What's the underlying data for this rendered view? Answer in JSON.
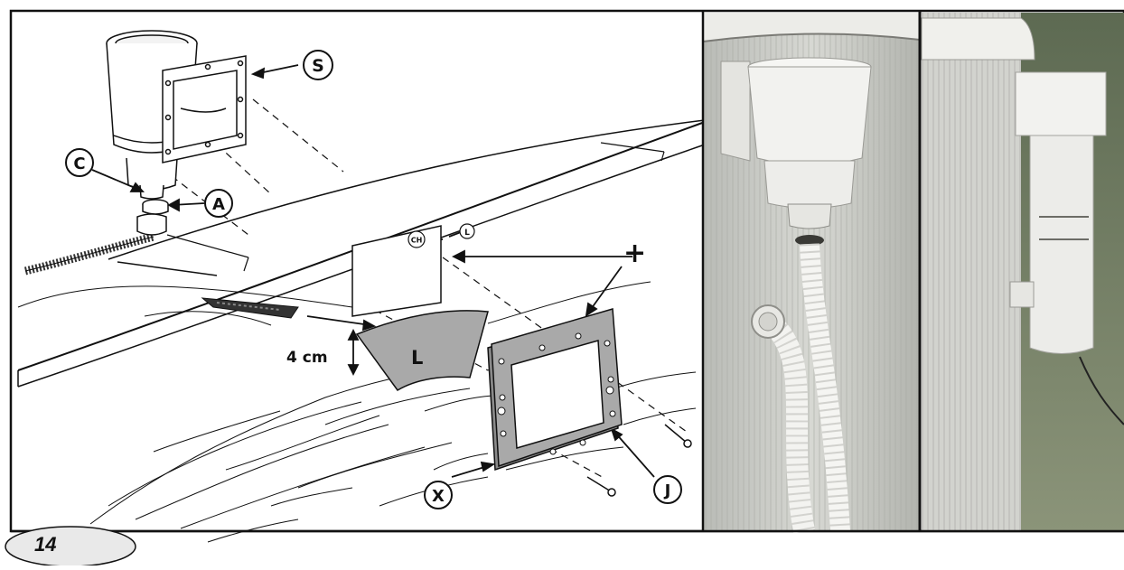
{
  "diagram": {
    "labels": {
      "skimmer": "S",
      "collar": "C",
      "adapter": "A",
      "liner": "L",
      "gasket": "X",
      "faceplate": "J",
      "cut_hole": "CH",
      "liner_small": "L",
      "plus": "+",
      "measure": "4 cm"
    },
    "page_number": "14"
  },
  "colors": {
    "line": "#111111",
    "liner_fill": "#a9a9a9",
    "photo_wall": "#c9c9c4",
    "photo_grass": "#6f7a63",
    "photo_skimmer": "#f2f2ef"
  }
}
